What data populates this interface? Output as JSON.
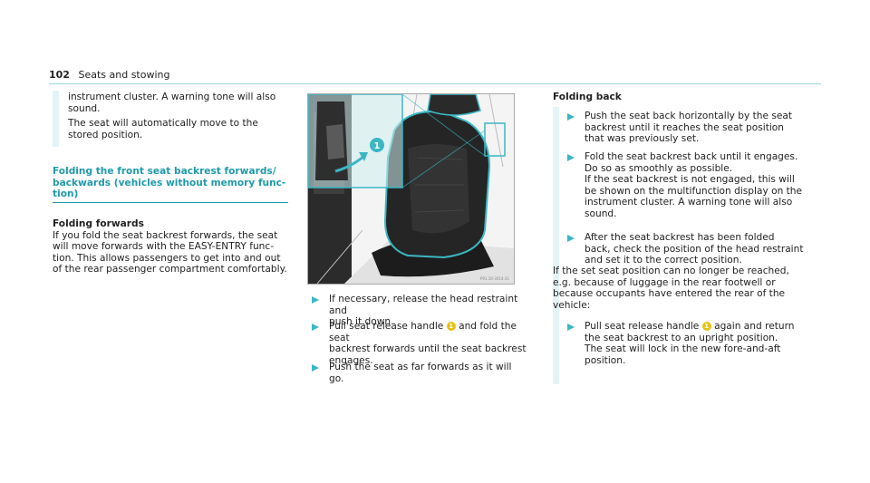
{
  "header": {
    "page_number": "102",
    "section": "Seats and stowing"
  },
  "col1": {
    "cont1": "instrument cluster. A warning tone will also sound.",
    "cont2": "The seat will automatically move to the stored position.",
    "heading_line1": "Folding the front seat backrest forwards/",
    "heading_line2": "backwards (vehicles without memory func-",
    "heading_line3": "tion)",
    "sub_heading": "Folding forwards",
    "body_line1": "If you fold the seat backrest forwards, the seat",
    "body_line2": "will move forwards with the EASY-ENTRY func-",
    "body_line3": "tion. This allows passengers to get into and out",
    "body_line4": "of the rear passenger compartment comfortably."
  },
  "figure": {
    "callout": "1",
    "code": "P91.16-3014-31"
  },
  "col2": {
    "step1_line1": "If necessary, release the head restraint and",
    "step1_line2": "push it down.",
    "step2_a": "Pull seat release handle",
    "step2_num": "1",
    "step2_b": "and fold the seat",
    "step2_line2": "backrest forwards until the seat backrest",
    "step2_line3": "engages.",
    "step3": "Push the seat as far forwards as it will go."
  },
  "col3": {
    "heading": "Folding back",
    "s1_l1": "Push the seat back horizontally by the seat",
    "s1_l2": "backrest until it reaches the seat position",
    "s1_l3": "that was previously set.",
    "s2_l1": "Fold the seat backrest back until it engages.",
    "s2_l2": "Do so as smoothly as possible.",
    "s2_l3": "If the seat backrest is not engaged, this will",
    "s2_l4": "be shown on the multifunction display on the",
    "s2_l5": "instrument cluster. A warning tone will also",
    "s2_l6": "sound.",
    "s3_l1": "After the seat backrest has been folded",
    "s3_l2": "back, check the position of the head restraint",
    "s3_l3": "and set it to the correct position.",
    "p_l1": "If the set seat position can no longer be reached,",
    "p_l2": "e.g. because of luggage in the rear footwell or",
    "p_l3": "because occupants have entered the rear of the",
    "p_l4": "vehicle:",
    "s4_a": "Pull seat release handle",
    "s4_num": "1",
    "s4_b": "again and return",
    "s4_l2": "the seat backrest to an upright position.",
    "s4_l3": "The seat will lock in the new fore-and-aft",
    "s4_l4": "position."
  },
  "colors": {
    "accent": "#1f9aa9",
    "bar": "#e3f4f7",
    "callout": "#e6c214"
  }
}
